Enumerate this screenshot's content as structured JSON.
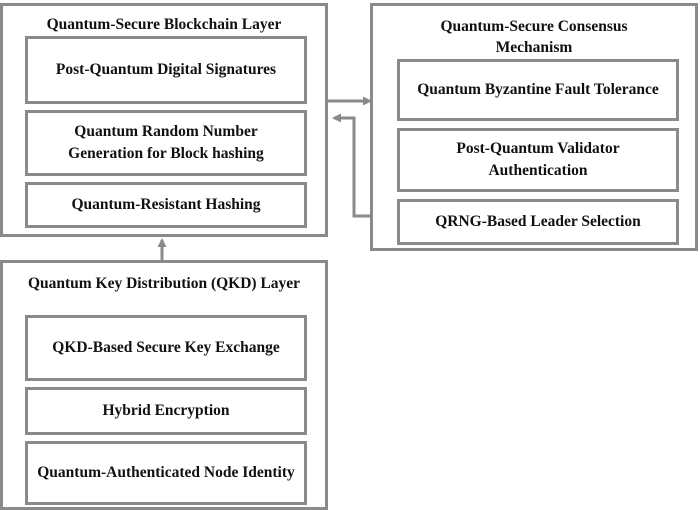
{
  "blockchain_layer": {
    "title": "Quantum-Secure Blockchain Layer",
    "items": [
      "Post-Quantum Digital Signatures",
      "Quantum Random Number Generation for Block hashing",
      "Quantum-Resistant Hashing"
    ]
  },
  "consensus_layer": {
    "title": "Quantum-Secure Consensus Mechanism",
    "items": [
      "Quantum Byzantine Fault Tolerance",
      "Post-Quantum Validator Authentication",
      "QRNG-Based Leader Selection"
    ]
  },
  "qkd_layer": {
    "title": "Quantum Key Distribution (QKD) Layer",
    "items": [
      "QKD-Based Secure Key Exchange",
      "Hybrid Encryption",
      "Quantum-Authenticated Node Identity"
    ]
  },
  "colors": {
    "border": "#8a8a8a",
    "text": "#111111",
    "background": "#ffffff"
  }
}
